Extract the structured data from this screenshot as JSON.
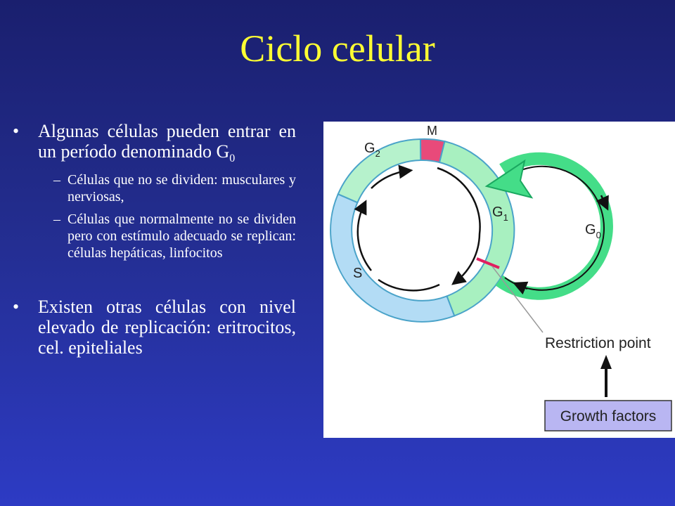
{
  "slide": {
    "title": "Ciclo celular"
  },
  "bullets": [
    {
      "text": "Algunas células pueden entrar en un período denominado G",
      "subscript": "0",
      "subitems": [
        "Células que no se dividen: musculares y nerviosas,",
        "Células que normalmente no se dividen pero con estímulo adecuado se replican: células hepáticas, linfocitos"
      ]
    },
    {
      "text": "Existen otras células con nivel elevado de replicación: eritrocitos, cel. epiteliales"
    }
  ],
  "markers": {
    "bullet": "•",
    "dash": "–"
  },
  "diagram": {
    "phase_m": "M",
    "phase_g2": "G",
    "phase_g2_sub": "2",
    "phase_g1": "G",
    "phase_g1_sub": "1",
    "phase_s": "S",
    "phase_g0": "G",
    "phase_g0_sub": "0",
    "restriction_point": "Restriction point",
    "growth_factors": "Growth factors",
    "colors": {
      "g1": "#a8f0c0",
      "g2": "#b6f2cc",
      "s": "#b3dcf5",
      "m": "#e84a7a",
      "g0_loop": "#44dd88",
      "restriction": "#e02060",
      "box": "#b9b6f2"
    }
  }
}
